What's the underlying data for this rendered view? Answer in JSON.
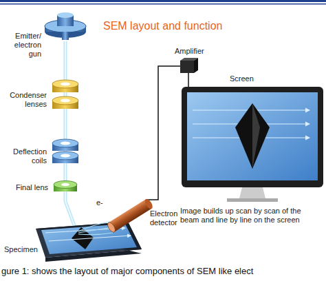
{
  "diagram": {
    "title": "SEM layout and function",
    "caption": "gure 1: shows the layout of major components of SEM like elect",
    "labels": [
      "Emitter/ electron gun",
      "Condenser lenses",
      "Deflection coils",
      "Final lens",
      "Specimen",
      "e-",
      "Electron detector",
      "Amplifier",
      "Screen",
      "Image builds up scan by scan of the beam and line by line on the screen"
    ]
  }
}
